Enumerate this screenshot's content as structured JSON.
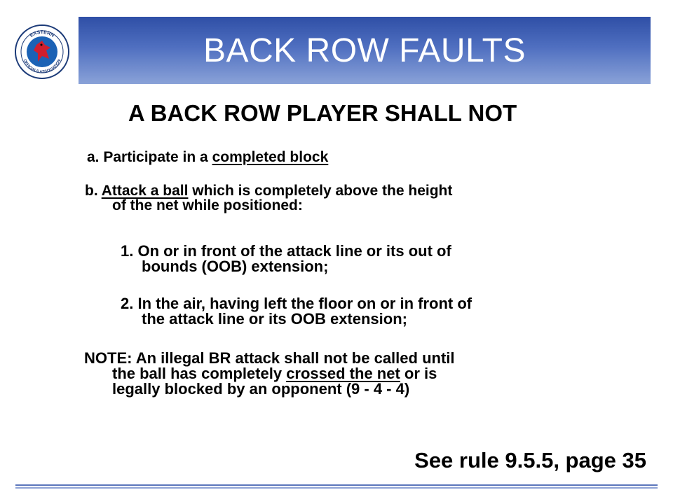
{
  "slide": {
    "title": "BACK ROW FAULTS",
    "subtitle": "A BACK ROW PLAYER SHALL NOT",
    "logo": {
      "icon": "cardinal-bird-icon",
      "ring_top": "EASTERN",
      "ring_bottom": "OFFICIALS ASSOCIATION"
    },
    "item_a": {
      "prefix": "a. Participate in a ",
      "underlined": "completed block"
    },
    "item_b": {
      "prefix": "b. ",
      "underlined": "Attack a ball",
      "rest_line1": " which is completely above the height",
      "line2": "of the net while positioned:"
    },
    "sub1": {
      "line1": "1. On or in front of the attack line or its out of",
      "line2": "bounds (OOB) extension;"
    },
    "sub2": {
      "line1": "2. In the air, having left the floor on or in front of",
      "line2": "the attack line or its OOB extension;"
    },
    "note": {
      "line1": "NOTE: An illegal BR attack shall not be called until",
      "line2_prefix": "the ball has completely ",
      "line2_underlined": "crossed the net",
      "line2_suffix": " or is",
      "line3": "legally blocked by an opponent  (9 - 4 - 4)"
    },
    "reference": "See rule 9.5.5, page 35"
  },
  "colors": {
    "title_bar_top": "#2f4fa6",
    "title_bar_bottom": "#8aa2d8",
    "logo_blue": "#1b62b5",
    "logo_red": "#cf1f2e"
  }
}
